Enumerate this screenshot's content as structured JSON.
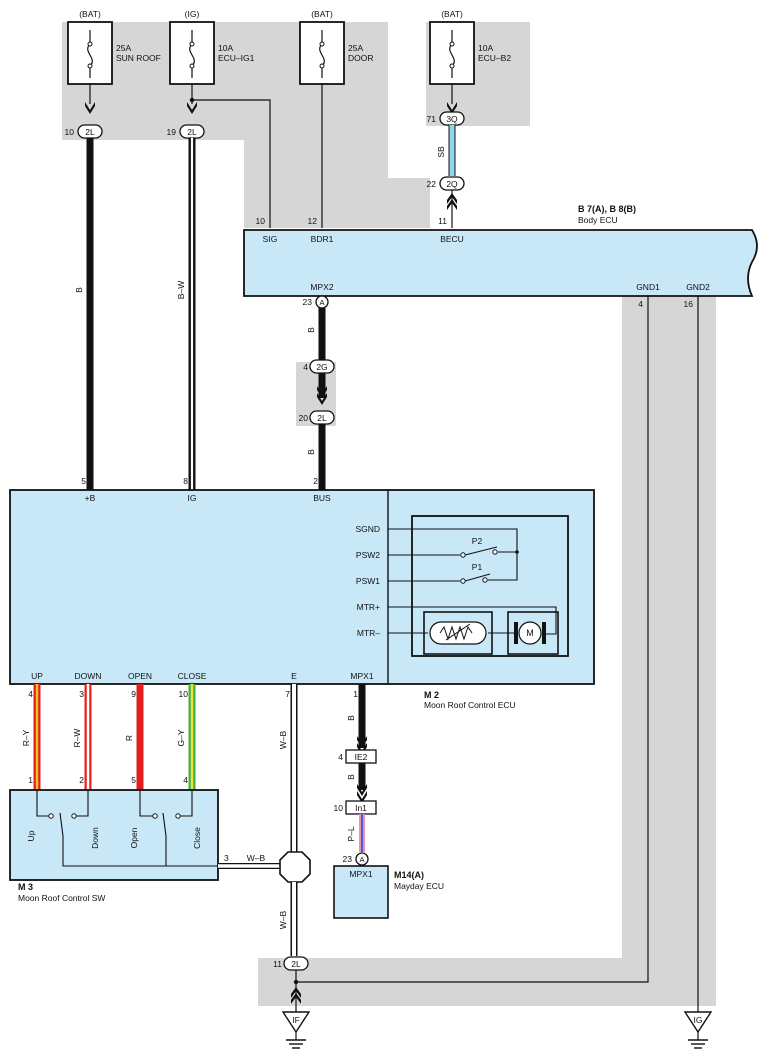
{
  "colors": {
    "ecu_fill": "#c8e8f8",
    "shade": "#d6d6d6",
    "wire_black": "#111111",
    "wire_red": "#e02020",
    "wire_yellow": "#f0c020",
    "wire_green": "#40b040",
    "wire_sky_blue": "#8fd3ef",
    "wire_blue": "#4060e0",
    "wire_pink": "#f090b0"
  },
  "fuses": [
    {
      "power": "(BAT)",
      "amp": "25A",
      "name": "SUN ROOF"
    },
    {
      "power": "(IG)",
      "amp": "10A",
      "name": "ECU–IG1"
    },
    {
      "power": "(BAT)",
      "amp": "25A",
      "name": "DOOR"
    },
    {
      "power": "(BAT)",
      "amp": "10A",
      "name": "ECU–B2"
    }
  ],
  "connectors": {
    "c2l_sunroof": {
      "pin": "10",
      "id": "2L"
    },
    "c2l_ig": {
      "pin": "19",
      "id": "2L"
    },
    "c3q": {
      "pin": "71",
      "id": "3Q"
    },
    "c2q": {
      "pin": "22",
      "id": "2Q"
    },
    "c_a_mpx2": {
      "pin": "23",
      "id": "A"
    },
    "c2g": {
      "pin": "4",
      "id": "2G"
    },
    "c2l_bus": {
      "pin": "20",
      "id": "2L"
    },
    "cie2": {
      "pin": "4",
      "id": "IE2"
    },
    "cin1": {
      "pin": "10",
      "id": "In1"
    },
    "c_a_mayday": {
      "pin": "23",
      "id": "A"
    },
    "c2l_ground": {
      "pin": "11",
      "id": "2L"
    }
  },
  "wire_colors": {
    "b_left": "B",
    "bw": "B–W",
    "sb": "SB",
    "b_mpx2": "B",
    "b_bus": "B",
    "ry": "R–Y",
    "rw": "R–W",
    "r": "R",
    "gy": "G–Y",
    "wb_e": "W–B",
    "b_mpx1": "B",
    "b_ie2": "B",
    "pl": "P–L",
    "wb_sw": "W–B",
    "wb_ground": "W–B"
  },
  "body_ecu": {
    "code": "B 7(A), B 8(B)",
    "name": "Body ECU",
    "pins": [
      {
        "num": "10",
        "label": "SIG"
      },
      {
        "num": "12",
        "label": "BDR1"
      },
      {
        "num": "11",
        "label": "BECU"
      },
      {
        "num": "23",
        "label": "MPX2"
      },
      {
        "num": "4",
        "label": "GND1"
      },
      {
        "num": "16",
        "label": "GND2"
      }
    ]
  },
  "moon_roof_ecu": {
    "code": "M 2",
    "name": "Moon Roof Control ECU",
    "top_pins": [
      {
        "num": "5",
        "label": "+B"
      },
      {
        "num": "8",
        "label": "IG"
      },
      {
        "num": "2",
        "label": "BUS"
      }
    ],
    "bottom_pins": [
      {
        "num": "4",
        "label": "UP"
      },
      {
        "num": "3",
        "label": "DOWN"
      },
      {
        "num": "9",
        "label": "OPEN"
      },
      {
        "num": "10",
        "label": "CLOSE"
      },
      {
        "num": "7",
        "label": "E"
      },
      {
        "num": "1",
        "label": "MPX1"
      }
    ],
    "internal": {
      "sgnd": "SGND",
      "psw2": "PSW2",
      "psw1": "PSW1",
      "mtr_plus": "MTR+",
      "mtr_minus": "MTR–",
      "p2": "P2",
      "p1": "P1",
      "motor": "M"
    }
  },
  "moon_roof_sw": {
    "code": "M 3",
    "name": "Moon Roof Control SW",
    "pins": [
      "1",
      "2",
      "5",
      "4",
      "3"
    ],
    "switches": [
      "Up",
      "Down",
      "Open",
      "Close"
    ]
  },
  "mayday_ecu": {
    "code": "M14(A)",
    "name": "Mayday ECU",
    "pin_label": "MPX1"
  },
  "grounds": [
    "IF",
    "IG"
  ]
}
